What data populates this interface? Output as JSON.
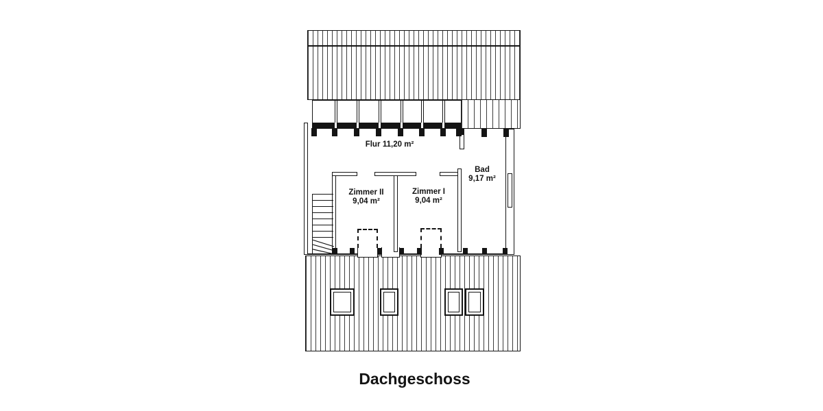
{
  "plan": {
    "title": "Dachgeschoss",
    "rooms": [
      {
        "name": "Flur",
        "area": "11,20 m²"
      },
      {
        "name": "Zimmer II",
        "area": "9,04 m²"
      },
      {
        "name": "Zimmer I",
        "area": "9,04 m²"
      },
      {
        "name": "Bad",
        "area": "9,17 m²"
      }
    ],
    "colors": {
      "ink": "#141414",
      "hatch": "#3c3c3c",
      "background": "#ffffff"
    }
  }
}
